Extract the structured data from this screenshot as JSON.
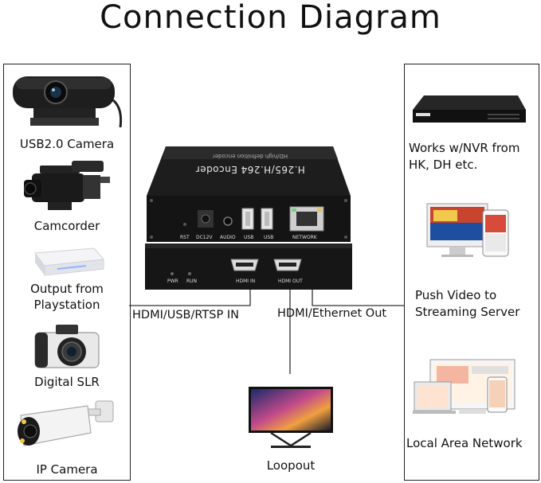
{
  "title": "Connection Diagram",
  "left_devices": [
    {
      "label": "USB2.0 Camera",
      "icon": "webcam-icon"
    },
    {
      "label": "Camcorder",
      "icon": "camcorder-icon"
    },
    {
      "label": "Output from\nPlaystation",
      "icon": "playstation-icon"
    },
    {
      "label": "Digital SLR",
      "icon": "dslr-camera-icon"
    },
    {
      "label": "IP Camera",
      "icon": "ip-camera-icon"
    }
  ],
  "right_outputs": [
    {
      "label": "Works w/NVR from\nHK, DH etc.",
      "icon": "nvr-icon"
    },
    {
      "label": "Push Video to\nStreaming Server",
      "icon": "streaming-icon"
    },
    {
      "label": "Local Area Network",
      "icon": "lan-devices-icon"
    }
  ],
  "encoder": {
    "top_label": "H.265/H.264 Encoder",
    "top_sublabel": "HD/high definition encoder",
    "ports_top": [
      "RST",
      "DC12V",
      "AUDIO",
      "USB",
      "USB",
      "NETWORK"
    ],
    "ports_bottom": [
      "PWR",
      "RUN",
      "HDMI IN",
      "HDMI OUT"
    ]
  },
  "connections": {
    "input_label": "HDMI/USB/RTSP IN",
    "output_label": "HDMI/Ethernet Out"
  },
  "loopout": {
    "label": "Loopout",
    "icon": "monitor-icon"
  }
}
